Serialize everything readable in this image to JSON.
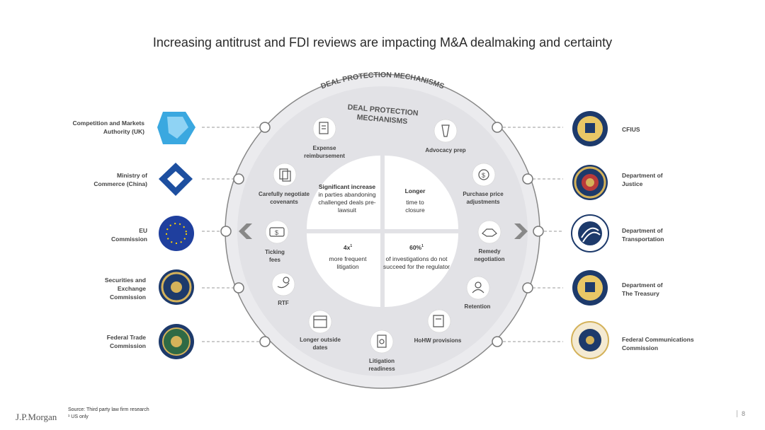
{
  "title": "Increasing antitrust and FDI reviews are impacting M&A dealmaking and certainty",
  "outer_ring_label": "DEAL PROTECTION MECHANISMS",
  "inner_ring_label_line1": "DEAL PROTECTION",
  "inner_ring_label_line2": "MECHANISMS",
  "left_agencies": [
    {
      "label": "Competition and Markets Authority (UK)",
      "icon": "cma-logo-icon"
    },
    {
      "label": "Ministry of Commerce (China)",
      "icon": "mofcom-logo-icon"
    },
    {
      "label": "EU Commission",
      "icon": "eu-flag-icon"
    },
    {
      "label": "Securities and Exchange Commission",
      "icon": "sec-seal-icon"
    },
    {
      "label": "Federal Trade Commission",
      "icon": "ftc-seal-icon"
    }
  ],
  "right_agencies": [
    {
      "label": "CFIUS",
      "icon": "cfius-seal-icon"
    },
    {
      "label": "Department of Justice",
      "icon": "doj-seal-icon"
    },
    {
      "label": "Department of Transportation",
      "icon": "dot-seal-icon"
    },
    {
      "label": "Department of The Treasury",
      "icon": "treasury-seal-icon"
    },
    {
      "label": "Federal Communications Commission",
      "icon": "fcc-seal-icon"
    }
  ],
  "mechanisms": {
    "expense": "Expense reimbursement",
    "advocacy": "Advocacy prep",
    "covenants": "Carefully negotiate covenants",
    "purchase": "Purchase price adjustments",
    "ticking": "Ticking fees",
    "remedy": "Remedy negotiation",
    "rtf": "RTF",
    "retention": "Retention",
    "outside_dates": "Longer outside dates",
    "hohw": "HoHW provisions",
    "litigation": "Litigation readiness"
  },
  "quadrants": {
    "tl": {
      "head": "Significant increase",
      "body": "in parties abandoning challenged deals pre-lawsuit"
    },
    "tr": {
      "head": "Longer",
      "body": "time to closure"
    },
    "bl": {
      "head": "4x",
      "sup": "1",
      "body": "more frequent litigation"
    },
    "br": {
      "head": "60%",
      "sup": "1",
      "body": "of investigations do not succeed for the regulator"
    }
  },
  "footnote_source": "Source: Third party law firm research",
  "footnote_1": "¹ US only",
  "brand": "J.P.Morgan",
  "page_number": "8",
  "colors": {
    "ring": "#e9e9ec",
    "inner": "#d7d7dc",
    "quad": "#ffffff",
    "text": "#444444",
    "eu_blue": "#1f3f9e",
    "cma_blue": "#3aa8e0",
    "navy": "#1d3a6b"
  }
}
